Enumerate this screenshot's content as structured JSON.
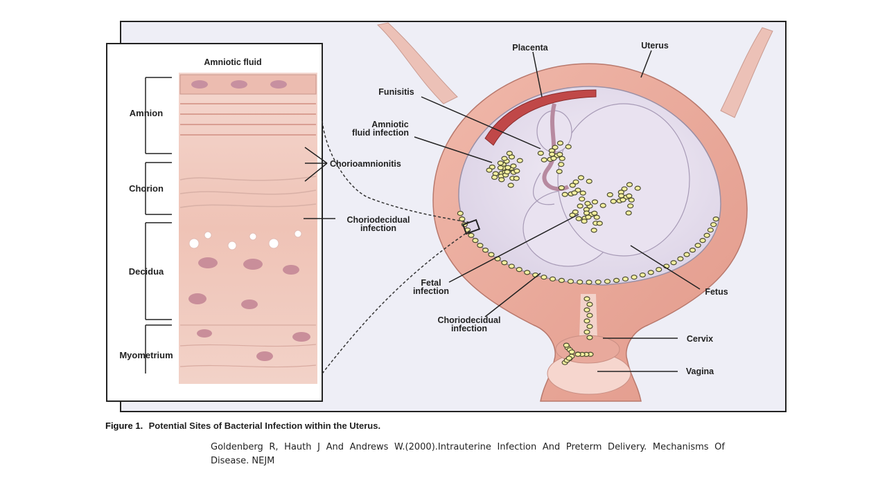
{
  "figure": {
    "labels": {
      "amniotic_fluid": "Amniotic fluid",
      "amnion": "Amnion",
      "chorion": "Chorion",
      "decidua": "Decidua",
      "myometrium": "Myometrium",
      "chorioamnionitis": "Chorioamnionitis",
      "choriodecidual_infection_left_1": "Choriodecidual",
      "choriodecidual_infection_left_2": "infection",
      "placenta": "Placenta",
      "uterus": "Uterus",
      "funisitis": "Funisitis",
      "amniotic_fluid_infection_1": "Amniotic",
      "amniotic_fluid_infection_2": "fluid infection",
      "fetal_infection_1": "Fetal",
      "fetal_infection_2": "infection",
      "choriodecidual_infection_bottom_1": "Choriodecidual",
      "choriodecidual_infection_bottom_2": "infection",
      "fetus": "Fetus",
      "cervix": "Cervix",
      "vagina": "Vagina"
    },
    "caption_bold": "Figure 1.",
    "caption_text": "Potential Sites of Bacterial Infection within the Uterus."
  },
  "citation": "Goldenberg R, Hauth J And Andrews W.(2000).Intrauterine Infection And Preterm Delivery. Mechanisms Of Disease. NEJM",
  "colors": {
    "panel_bg": "#eeeef6",
    "tissue": "#f1c6bd",
    "uterus_wall": "#e9a79b",
    "bacteria": "#f5f0a0",
    "bacteria_outline": "#4a4a30"
  }
}
